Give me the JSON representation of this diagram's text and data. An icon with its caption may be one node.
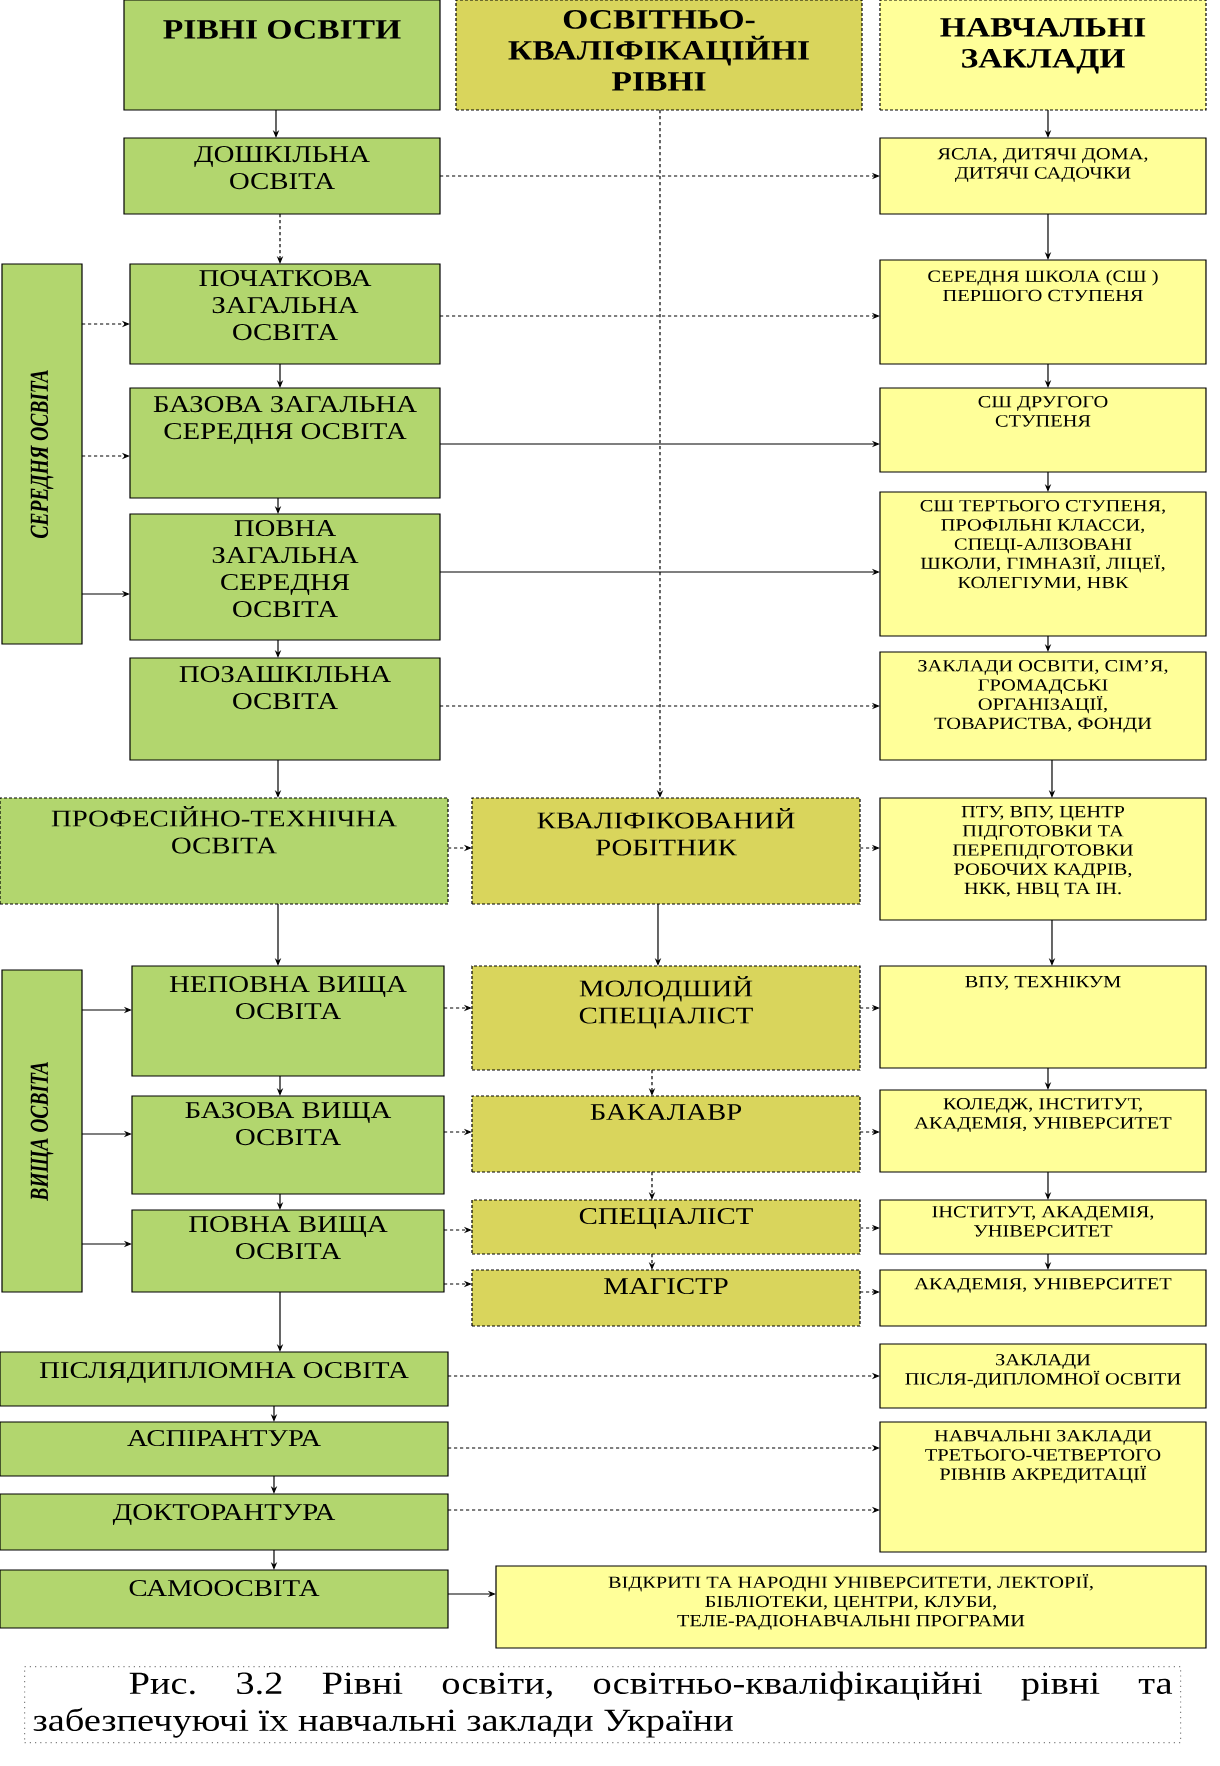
{
  "diagram": {
    "caption": "Рис. 3.2 Рівні освіти, освітньо-кваліфікаційні рівні та забезпечуючі їх навчальні заклади України",
    "nodes": [
      {
        "text": [
          "РІВНІ ОСВІТИ"
        ]
      },
      {
        "text": [
          "ОСВІТНЬО-КВАЛІФІКАЦІЙНІ РІВНІ"
        ]
      },
      {
        "text": [
          "НАВЧАЛЬНІ ЗАКЛАДИ"
        ]
      },
      {
        "text": [
          "ДОШКІЛЬНА ОСВІТА"
        ]
      },
      {
        "text": [
          "ЯСЛА, ДИТЯЧІ ДОМА, ДИТЯЧІ САДОЧКИ"
        ]
      },
      {
        "text": [
          "СЕРЕДНЯ ОСВІТА"
        ]
      },
      {
        "text": [
          "ПОЧАТКОВА ЗАГАЛЬНА ОСВІТА"
        ]
      },
      {
        "text": [
          "СЕРЕДНЯ ШКОЛА (СШ ) ПЕРШОГО СТУПЕНЯ"
        ]
      },
      {
        "text": [
          "БАЗОВА ЗАГАЛЬНА СЕРЕДНЯ ОСВІТА"
        ]
      },
      {
        "text": [
          "СШ ДРУГОГО СТУПЕНЯ"
        ]
      },
      {
        "text": [
          "ПОВНА ЗАГАЛЬНА СЕРЕДНЯ ОСВІТА"
        ]
      },
      {
        "text": [
          "СШ ТЕРТЬОГО СТУПЕНЯ, ПРОФІЛЬНІ КЛАССИ, СПЕЦІ-АЛІЗОВАНІ ШКОЛИ, ГІМНАЗІЇ, ЛІЦЕЇ, КОЛЕГІУМИ, НВК"
        ]
      },
      {
        "text": [
          "ПОЗАШКІЛЬНА ОСВІТА"
        ]
      },
      {
        "text": [
          "ЗАКЛАДИ ОСВІТИ, СІМ’Я, ГРОМАДСЬКІ ОРГАНІЗАЦІЇ, ТОВАРИСТВА, ФОНДИ"
        ]
      },
      {
        "text": [
          "ПРОФЕСІЙНО-ТЕХНІЧНА ОСВІТА"
        ]
      },
      {
        "text": [
          "КВАЛІФІКОВАНИЙ РОБІТНИК"
        ]
      },
      {
        "text": [
          "ПТУ, ВПУ, ЦЕНТР ПІДГОТОВКИ ТА ПЕРЕПІДГОТОВКИ РОБОЧИХ КАДРІВ, НКК, НВЦ ТА ІН."
        ]
      },
      {
        "text": [
          "ВИЩА ОСВІТА"
        ]
      },
      {
        "text": [
          "НЕПОВНА ВИЩА ОСВІТА"
        ]
      },
      {
        "text": [
          "МОЛОДШИЙ СПЕЦІАЛІСТ"
        ]
      },
      {
        "text": [
          "ВПУ, ТЕХНІКУМ"
        ]
      },
      {
        "text": [
          "БАЗОВА ВИЩА ОСВІТА"
        ]
      },
      {
        "text": [
          "БАКАЛАВР"
        ]
      },
      {
        "text": [
          "КОЛЕДЖ, ІНСТИТУТ, АКАДЕМІЯ, УНІВЕРСИТЕТ"
        ]
      },
      {
        "text": [
          "ПОВНА ВИЩА ОСВІТА"
        ]
      },
      {
        "text": [
          "СПЕЦІАЛІСТ"
        ]
      },
      {
        "text": [
          "ІНСТИТУТ, АКАДЕМІЯ, УНІВЕРСИТЕТ"
        ]
      },
      {
        "text": [
          "МАГІСТР"
        ]
      },
      {
        "text": [
          "АКАДЕМІЯ, УНІВЕРСИТЕТ"
        ]
      },
      {
        "text": [
          "ПІСЛЯДИПЛОМНА ОСВІТА"
        ]
      },
      {
        "text": [
          "ЗАКЛАДИ ПІСЛЯ-ДИПЛОМНОЇ ОСВІТИ"
        ]
      },
      {
        "text": [
          "АСПІРАНТУРА"
        ]
      },
      {
        "text": [
          "НАВЧАЛЬНІ ЗАКЛАДИ ТРЕТЬОГО-ЧЕТВЕРТОГО РІВНІВ АКРЕДИТАЦІЇ"
        ]
      },
      {
        "text": [
          "ДОКТОРАНТУРА"
        ]
      },
      {
        "text": [
          "САМООСВІТА"
        ]
      },
      {
        "text": [
          "ВІДКРИТІ ТА НАРОДНІ УНІВЕРСИТЕТИ, ЛЕКТОРІЇ, БІБЛІОТЕКИ, ЦЕНТРИ, КЛУБИ, ТЕЛЕ-РАДІОНАВЧАЛЬНІ ПРОГРАМИ"
        ]
      }
    ],
    "edges": [
      {
        "from": 0,
        "to": 3,
        "arrow": "to"
      },
      {
        "from": 3,
        "to": 4,
        "arrow": "to",
        "style": "dashed"
      },
      {
        "from": 3,
        "to": 6,
        "arrow": "to",
        "style": "dashed"
      },
      {
        "from": 6,
        "to": 7,
        "arrow": "to",
        "style": "dashed"
      },
      {
        "from": 6,
        "to": 8,
        "arrow": "to"
      },
      {
        "from": 8,
        "to": 9,
        "arrow": "to"
      },
      {
        "from": 8,
        "to": 10,
        "arrow": "to"
      },
      {
        "from": 10,
        "to": 11,
        "arrow": "to"
      },
      {
        "from": 10,
        "to": 12,
        "arrow": "to"
      },
      {
        "from": 12,
        "to": 13,
        "arrow": "to",
        "style": "dashed"
      },
      {
        "from": 12,
        "to": 14,
        "arrow": "to"
      },
      {
        "from": 14,
        "to": 15,
        "arrow": "to",
        "style": "dashed"
      },
      {
        "from": 15,
        "to": 16,
        "arrow": "to",
        "style": "dashed"
      },
      {
        "from": 14,
        "to": 18,
        "arrow": "to"
      },
      {
        "from": 18,
        "to": 19,
        "arrow": "to",
        "style": "dashed"
      },
      {
        "from": 19,
        "to": 20,
        "arrow": "to",
        "style": "dashed"
      },
      {
        "from": 18,
        "to": 21,
        "arrow": "to"
      },
      {
        "from": 21,
        "to": 22,
        "arrow": "to",
        "style": "dashed"
      },
      {
        "from": 22,
        "to": 23,
        "arrow": "to",
        "style": "dashed"
      },
      {
        "from": 21,
        "to": 24,
        "arrow": "to"
      },
      {
        "from": 24,
        "to": 25,
        "arrow": "to",
        "style": "dashed"
      },
      {
        "from": 24,
        "to": 27,
        "arrow": "to",
        "style": "dashed"
      },
      {
        "from": 25,
        "to": 26,
        "arrow": "to",
        "style": "dashed"
      },
      {
        "from": 27,
        "to": 28,
        "arrow": "to",
        "style": "dashed"
      },
      {
        "from": 24,
        "to": 29,
        "arrow": "to"
      },
      {
        "from": 29,
        "to": 30,
        "arrow": "to",
        "style": "dashed"
      },
      {
        "from": 29,
        "to": 31,
        "arrow": "to"
      },
      {
        "from": 31,
        "to": 32,
        "arrow": "to",
        "style": "dashed"
      },
      {
        "from": 31,
        "to": 33,
        "arrow": "to"
      },
      {
        "from": 33,
        "to": 32,
        "arrow": "to",
        "style": "dashed"
      },
      {
        "from": 33,
        "to": 34,
        "arrow": "to"
      },
      {
        "from": 34,
        "to": 35,
        "arrow": "to"
      },
      {
        "from": 1,
        "to": 15,
        "arrow": "to",
        "style": "dashed"
      },
      {
        "from": 15,
        "to": 19,
        "arrow": "to"
      },
      {
        "from": 19,
        "to": 22,
        "arrow": "to",
        "style": "dashed"
      },
      {
        "from": 22,
        "to": 25,
        "arrow": "to",
        "style": "dashed"
      },
      {
        "from": 25,
        "to": 27,
        "arrow": "to",
        "style": "dashed"
      },
      {
        "from": 2,
        "to": 4,
        "arrow": "to"
      },
      {
        "from": 4,
        "to": 7,
        "arrow": "to"
      },
      {
        "from": 7,
        "to": 9,
        "arrow": "to"
      },
      {
        "from": 9,
        "to": 11,
        "arrow": "to"
      },
      {
        "from": 11,
        "to": 13,
        "arrow": "to"
      },
      {
        "from": 13,
        "to": 16,
        "arrow": "to"
      },
      {
        "from": 16,
        "to": 20,
        "arrow": "to"
      },
      {
        "from": 20,
        "to": 23,
        "arrow": "to"
      },
      {
        "from": 23,
        "to": 26,
        "arrow": "to"
      },
      {
        "from": 26,
        "to": 28,
        "arrow": "to"
      },
      {
        "from": 5,
        "to": 6,
        "arrow": "to",
        "style": "dashed"
      },
      {
        "from": 5,
        "to": 8,
        "arrow": "to",
        "style": "dashed"
      },
      {
        "from": 5,
        "to": 10,
        "arrow": "to"
      },
      {
        "from": 17,
        "to": 18,
        "arrow": "to"
      },
      {
        "from": 17,
        "to": 21,
        "arrow": "to"
      },
      {
        "from": 17,
        "to": 24,
        "arrow": "to"
      }
    ]
  }
}
